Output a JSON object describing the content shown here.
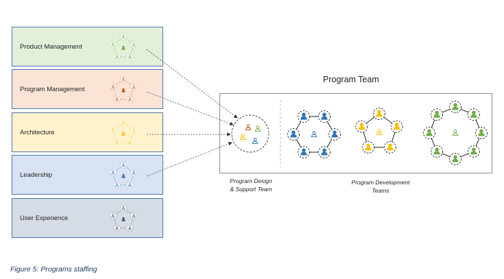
{
  "roles": [
    {
      "label": "Product Management",
      "bg": "#e2efd9",
      "icon_color": "#70ad47"
    },
    {
      "label": "Program Management",
      "bg": "#fbe4d5",
      "icon_color": "#c55a11"
    },
    {
      "label": "Architecture",
      "bg": "#fff2cc",
      "icon_color": "#ffc000"
    },
    {
      "label": "Leadership",
      "bg": "#dae3f3",
      "icon_color": "#2e75b6"
    },
    {
      "label": "User Experience",
      "bg": "#d6dce5",
      "icon_color": "#44546a"
    }
  ],
  "program_team": {
    "title": "Program Team",
    "design_caption_line1": "Program Design",
    "design_caption_line2": "& Support Team",
    "dev_caption_line1": "Program Development",
    "dev_caption_line2": "Teams"
  },
  "dev_team_colors": [
    "#2e75b6",
    "#ffc000",
    "#70ad47"
  ],
  "figure_caption": "Figure 5: Programs staffing"
}
